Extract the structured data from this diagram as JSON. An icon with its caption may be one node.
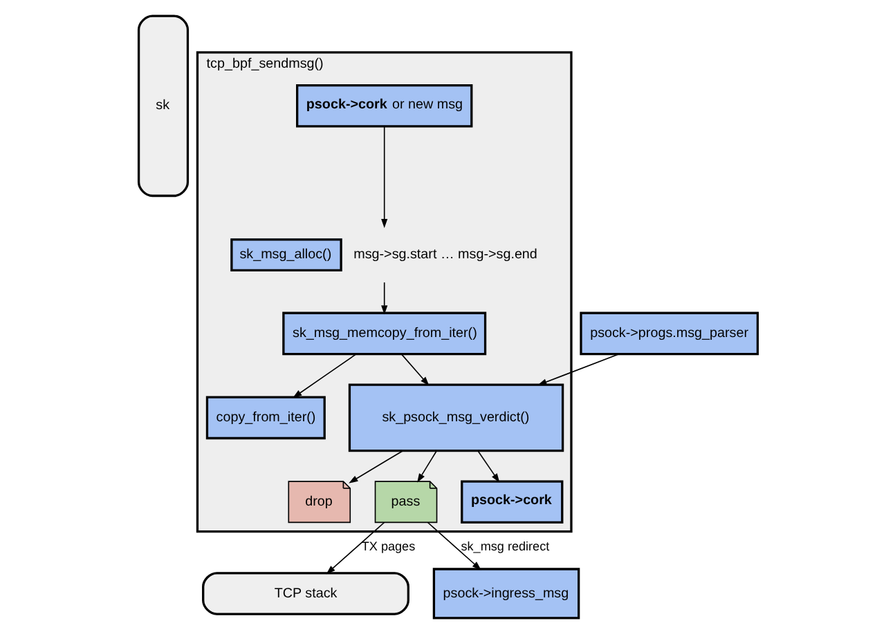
{
  "diagram": {
    "nodes": [
      {
        "text": [
          "sk"
        ]
      },
      {
        "text": [
          "tcp_bpf_sendmsg()"
        ]
      },
      {
        "text": [
          "**psock->cork** or new msg"
        ],
        "in": 1
      },
      {
        "text": [
          "sk_msg_alloc()"
        ],
        "beside": [
          "msg->sg.start … msg->sg.end"
        ],
        "in": 1
      },
      {
        "text": [
          "sk_msg_memcopy_from_iter()"
        ],
        "in": 1
      },
      {
        "text": [
          "copy_from_iter()"
        ],
        "in": 1
      },
      {
        "text": [
          "sk_psock_msg_verdict()"
        ],
        "in": 1
      },
      {
        "text": [
          "drop"
        ],
        "in": 1
      },
      {
        "text": [
          "pass"
        ],
        "in": 1
      },
      {
        "text": [
          "psock->cork"
        ],
        "in": 1
      },
      {
        "text": [
          "psock->progs.msg_parser"
        ]
      },
      {
        "text": [
          "TCP stack"
        ]
      },
      {
        "text": [
          "psock->ingress_msg"
        ]
      }
    ],
    "edges": [
      {
        "from": 2,
        "to": 3,
        "arrow": "to"
      },
      {
        "from": 3,
        "to": 4,
        "arrow": "to"
      },
      {
        "from": 4,
        "to": 5,
        "arrow": "to"
      },
      {
        "from": 4,
        "to": 6,
        "arrow": "to"
      },
      {
        "from": 10,
        "to": 6,
        "arrow": "to"
      },
      {
        "from": 6,
        "to": 7,
        "arrow": "to"
      },
      {
        "from": 6,
        "to": 8,
        "arrow": "to"
      },
      {
        "from": 6,
        "to": 9,
        "arrow": "to"
      },
      {
        "from": 8,
        "to": 11,
        "label": "TX pages",
        "arrow": "to"
      },
      {
        "from": 8,
        "to": 12,
        "label": "sk_msg redirect",
        "arrow": "to"
      }
    ]
  }
}
